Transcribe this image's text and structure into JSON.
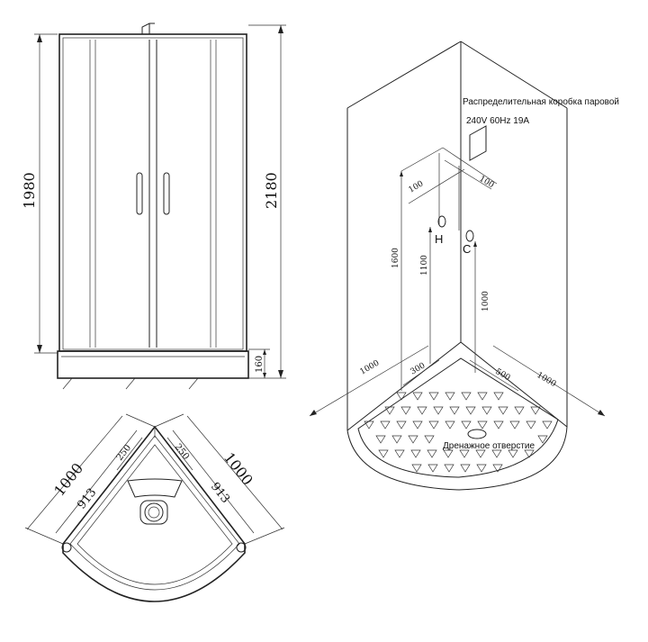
{
  "front_view": {
    "height_cabin": "1980",
    "height_total": "2180",
    "height_tray": "160"
  },
  "plan_view": {
    "side_left": "1000",
    "side_right": "1000",
    "inner_left": "913",
    "inner_right": "913",
    "offset_left": "250",
    "offset_right": "250"
  },
  "iso_view": {
    "junction_box_label": "Распределительная коробка паровой",
    "power_spec": "240V 60Hz 19A",
    "dim_box_left": "100",
    "dim_box_right": "100",
    "hot_label": "H",
    "cold_label": "C",
    "height_box": "1600",
    "height_hot": "1100",
    "height_cold": "1000",
    "base_left": "1000",
    "base_right": "1000",
    "offset_300": "300",
    "offset_500": "500",
    "drain_label": "Дренажное отверстие"
  }
}
